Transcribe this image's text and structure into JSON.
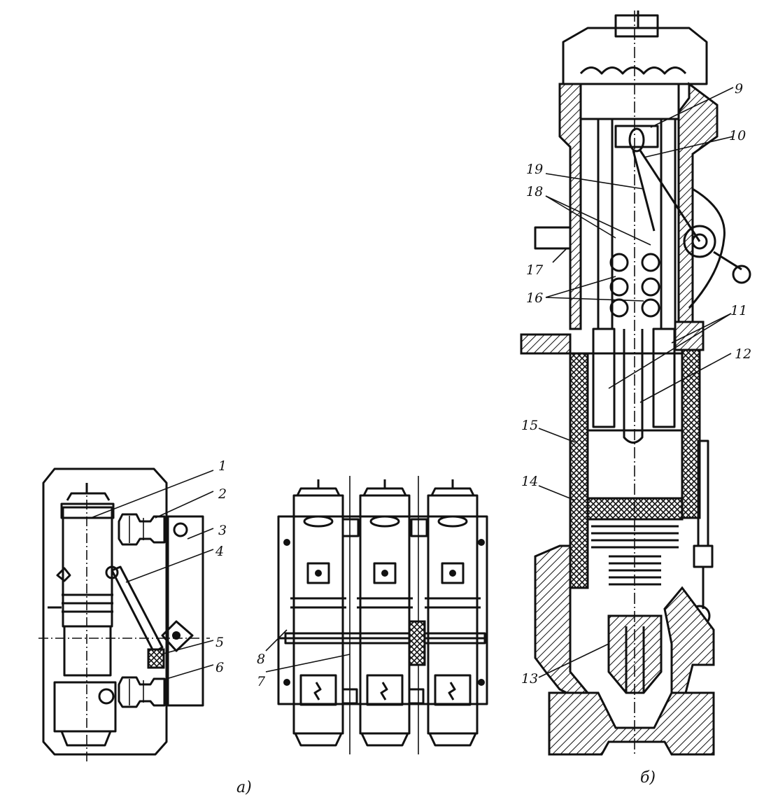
{
  "labels": {
    "l1": "1",
    "l2": "2",
    "l3": "3",
    "l4": "4",
    "l5": "5",
    "l6": "6",
    "l7": "7",
    "l8": "8",
    "l9": "9",
    "l10": "10",
    "l11": "11",
    "l12": "12",
    "l13": "13",
    "l14": "14",
    "l15": "15",
    "l16": "16",
    "l17": "17",
    "l18": "18",
    "l19": "19"
  },
  "captions": {
    "a": "а)",
    "b": "б)"
  }
}
